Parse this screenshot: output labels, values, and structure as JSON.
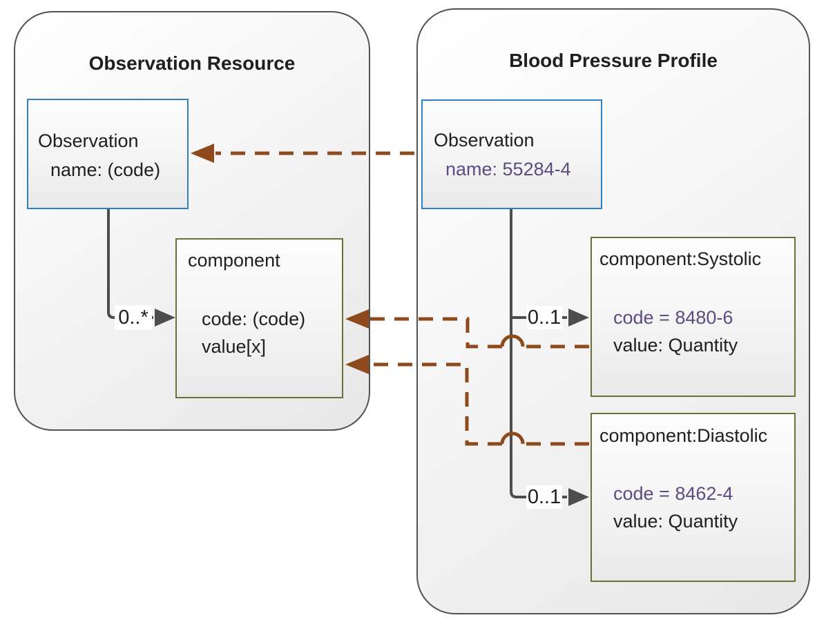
{
  "colors": {
    "blue_border": "#2f80c3",
    "olive_border": "#6c7034",
    "connector_gray": "#4d4d4d",
    "mapping_brown": "#8d4a1c",
    "code_purple": "#5d4b82",
    "panel_border": "#525252",
    "text_black": "#1f1f1f"
  },
  "left_panel": {
    "title": "Observation Resource",
    "observation_box": {
      "line1": "Observation",
      "line2": "name: (code)"
    },
    "component_box": {
      "title": "component",
      "line1": "code: (code)",
      "line2": "value[x]"
    },
    "cardinality_label": "0..*"
  },
  "right_panel": {
    "title": "Blood Pressure Profile",
    "observation_box": {
      "line1": "Observation",
      "line2": "name: 55284-4"
    },
    "systolic_box": {
      "title": "component:Systolic",
      "line1": "code = 8480-6",
      "line2": "value: Quantity"
    },
    "diastolic_box": {
      "title": "component:Diastolic",
      "line1": "code = 8462-4",
      "line2": "value: Quantity"
    },
    "systolic_cardinality_label": "0..1",
    "diastolic_cardinality_label": "0..1"
  }
}
